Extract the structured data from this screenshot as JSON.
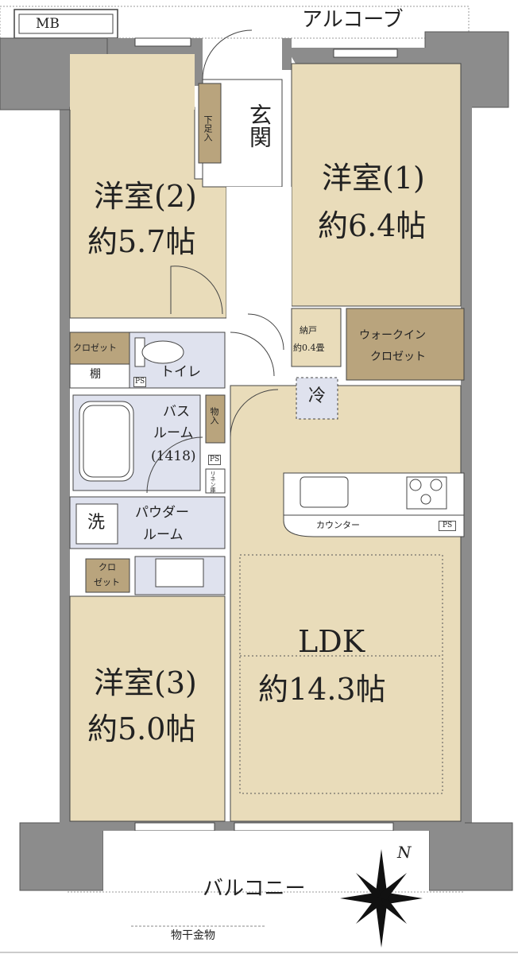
{
  "colors": {
    "room": "#e9dcba",
    "storage": "#b9a47d",
    "wet": "#dfe2ee",
    "wall": "#8c8c8c",
    "wall_dark": "#777777",
    "line": "#444444",
    "outdoor": "#ffffff"
  },
  "labels": {
    "mb": "MB",
    "alcove": "アルコーブ",
    "genkan": "玄関",
    "shoe_storage": "下足入",
    "room1": {
      "name": "洋室(1)",
      "size": "約6.4帖"
    },
    "room2": {
      "name": "洋室(2)",
      "size": "約5.7帖"
    },
    "room3": {
      "name": "洋室(3)",
      "size": "約5.0帖"
    },
    "ldk": {
      "name": "LDK",
      "size": "約14.3帖"
    },
    "nando": {
      "name": "納戸",
      "size": "約0.4畳"
    },
    "wic": {
      "line1": "ウォークイン",
      "line2": "クロゼット"
    },
    "closet": "クロゼット",
    "shelf": "棚",
    "toilet": "トイレ",
    "ps": "PS",
    "bath": {
      "line1": "バス",
      "line2": "ルーム",
      "line3": "(1418)"
    },
    "mono_ire": "物入",
    "linen": "リネン庫",
    "laundry": "洗",
    "powder": {
      "line1": "パウダー",
      "line2": "ルーム"
    },
    "closet_small": {
      "line1": "クロ",
      "line2": "ゼット"
    },
    "fridge": "冷",
    "counter": "カウンター",
    "balcony": "バルコニー",
    "laundry_pole": "物干金物",
    "north": "N"
  }
}
